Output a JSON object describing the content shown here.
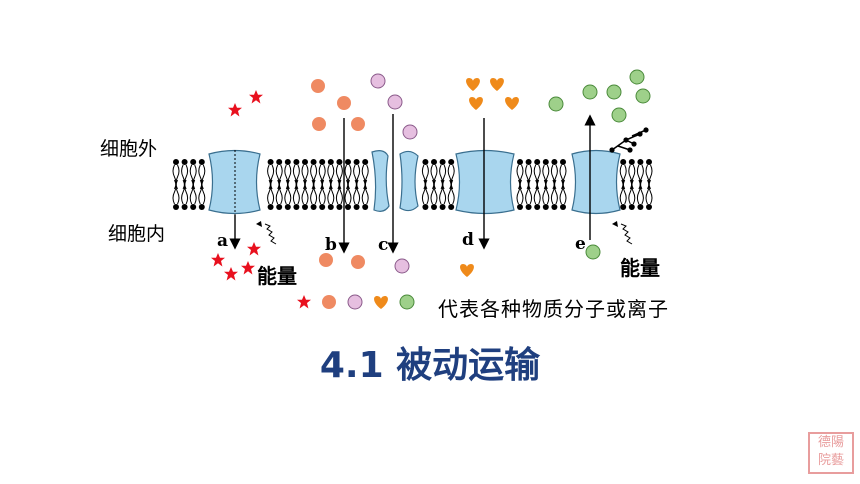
{
  "labels": {
    "outside": "细胞外",
    "inside": "细胞内",
    "energy_a": "能量",
    "energy_e": "能量"
  },
  "channels": [
    {
      "letter": "a"
    },
    {
      "letter": "b"
    },
    {
      "letter": "c"
    },
    {
      "letter": "d"
    },
    {
      "letter": "e"
    }
  ],
  "legend": {
    "text": "代表各种物质分子或离子",
    "symbols": [
      "red-star",
      "orange-circle",
      "pink-circle",
      "orange-heart",
      "green-circle"
    ]
  },
  "title": "4.1 被动运输",
  "seal": "德陽 院藝",
  "colors": {
    "star": "#e8101e",
    "orange_circle": "#ef8a62",
    "pink_circle": "#e6bfe0",
    "heart": "#ef8a1a",
    "green_circle": "#9ed08a",
    "protein": "#a9d6ee",
    "title": "#1f3f7f"
  }
}
